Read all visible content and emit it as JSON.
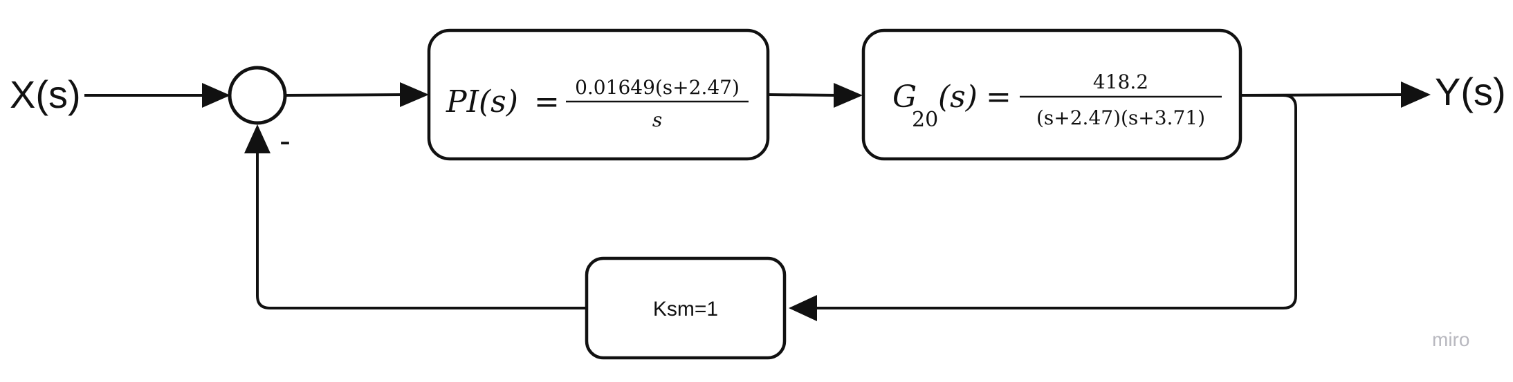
{
  "diagram": {
    "input_label": "X(s)",
    "output_label": "Y(s)",
    "summing_sign": "-",
    "pi_block": {
      "lhs_name": "PI",
      "lhs_arg": "(s)",
      "equals": "=",
      "numerator": "0.01649(s+2.47)",
      "denominator": "s"
    },
    "plant_block": {
      "lhs_name": "G",
      "lhs_subscript": "20",
      "lhs_arg": "(s)",
      "equals": "=",
      "numerator": "418.2",
      "denominator": "(s+2.47)(s+3.71)"
    },
    "feedback_block": {
      "label": "Ksm=1"
    },
    "watermark": "miro"
  }
}
